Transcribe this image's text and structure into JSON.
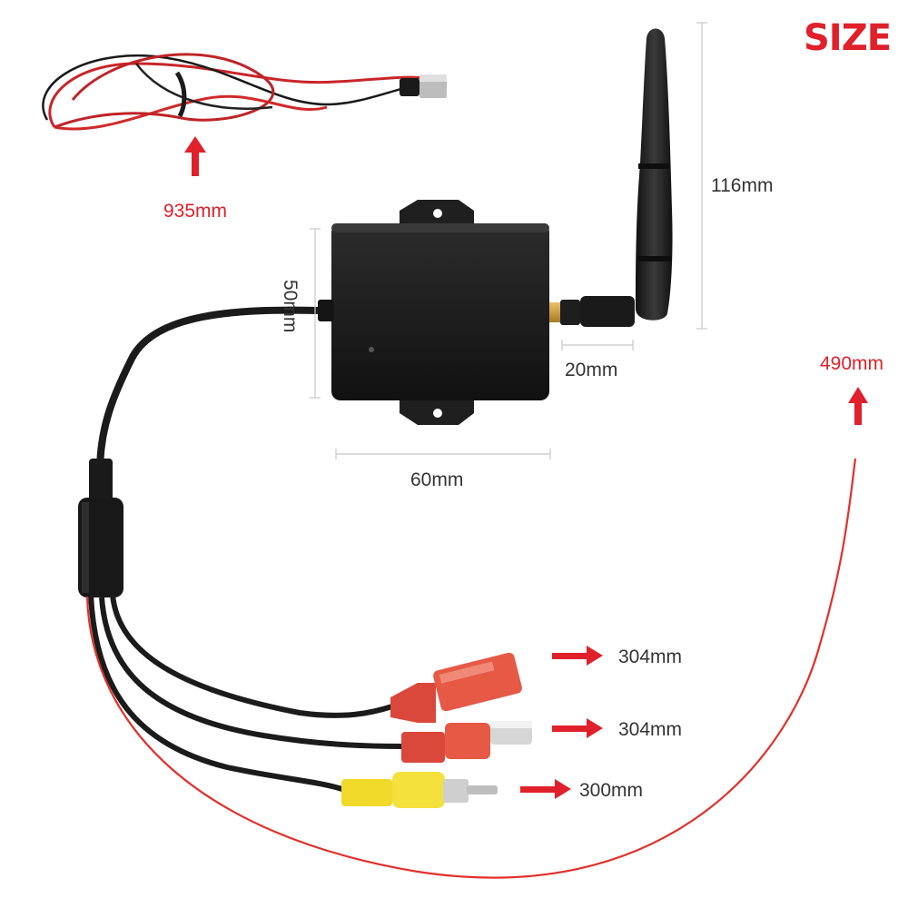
{
  "title": "SIZE",
  "colors": {
    "accent_red": "#e0202a",
    "wire_red": "#e2312c",
    "module_black": "#1c1c1c",
    "plug_yellow": "#f1d92a",
    "plug_red": "#e65a45",
    "text_dark": "#333333",
    "dim_line": "#bbbbbb"
  },
  "dimensions": {
    "power_cable_length": "935mm",
    "antenna_height": "116mm",
    "box_height": "50mm",
    "connector_length": "20mm",
    "box_width": "60mm",
    "trigger_wire_length": "490mm",
    "dc_female_lead": "304mm",
    "dc_male_lead": "304mm",
    "rca_lead": "300mm"
  },
  "icons": {
    "arrow_up": "arrow-up-icon",
    "arrow_right": "arrow-right-icon"
  }
}
